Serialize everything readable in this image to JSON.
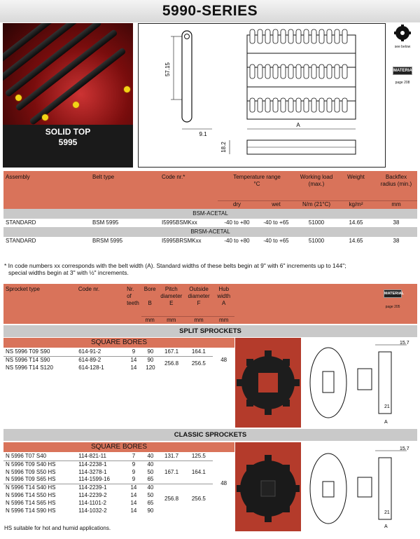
{
  "page": {
    "title": "5990-SERIES"
  },
  "photo": {
    "label1": "SOLID TOP",
    "label2": "5995"
  },
  "drawing": {
    "dim_height": "57.15",
    "dim_pitch": "9.1",
    "dim_thickness": "18.2",
    "dim_width": "A"
  },
  "icons": {
    "sprocket": {
      "name": "sprocket-icon",
      "caption": "see below"
    },
    "material_top": {
      "name": "material-icon",
      "label": "MATERIAL",
      "caption": "page 208"
    },
    "material_sprockets": {
      "name": "material-icon",
      "label": "MATERIAL",
      "caption": "page 205"
    }
  },
  "spec_table": {
    "headers": {
      "assembly": "Assembly",
      "belt_type": "Belt type",
      "code": "Code nr.*",
      "temp": "Temperature range",
      "temp_unit": "°C",
      "working_load": "Working load (max.)",
      "weight": "Weight",
      "backflex": "Backflex radius (min.)",
      "dry": "dry",
      "wet": "wet",
      "load_unit": "N/m (21°C)",
      "weight_unit": "kg/m²",
      "backflex_unit": "mm"
    },
    "groups": [
      {
        "name": "BSM-ACETAL",
        "rows": [
          {
            "assembly": "STANDARD",
            "belt_type": "BSM 5995",
            "code": "I5995BSMKxx",
            "dry": "-40 to +80",
            "wet": "-40 to +65",
            "load": "51000",
            "weight": "14.65",
            "backflex": "38"
          }
        ]
      },
      {
        "name": "BRSM-ACETAL",
        "rows": [
          {
            "assembly": "STANDARD",
            "belt_type": "BRSM 5995",
            "code": "I5995BRSMKxx",
            "dry": "-40 to +80",
            "wet": "-40 to +65",
            "load": "51000",
            "weight": "14.65",
            "backflex": "38"
          }
        ]
      }
    ],
    "footnote1": "* In code numbers xx corresponds with the belt width (A). Standard widths of these belts begin at 9\" with 6\" increments up to 144\";",
    "footnote2": "special widths begin at 3\" with ½\" increments."
  },
  "sprocket_table": {
    "headers": {
      "type": "Sprocket type",
      "code": "Code nr.",
      "teeth": "Nr. of teeth",
      "bore": "Bore",
      "bore_sym": "B",
      "pitch": "Pitch diameter",
      "pitch_sym": "E",
      "outside": "Outside diameter",
      "outside_sym": "F",
      "hub": "Hub width",
      "hub_sym": "A",
      "mm": "mm"
    },
    "split": {
      "title": "SPLIT SPROCKETS",
      "subtitle": "SQUARE BORES",
      "hub": "48",
      "rows": [
        {
          "type": "NS 5996 T09 S90",
          "code": "614-91-2",
          "teeth": "9",
          "bore": "90",
          "pitch": "167.1",
          "outside": "164.1"
        },
        {
          "type": "NS 5996 T14 S90",
          "code": "614-89-2",
          "teeth": "14",
          "bore": "90",
          "pitch": "256.8",
          "outside": "256.5"
        },
        {
          "type": "NS 5996 T14 S120",
          "code": "614-128-1",
          "teeth": "14",
          "bore": "120",
          "pitch": "",
          "outside": ""
        }
      ],
      "dims": {
        "a": "15.7",
        "b": "21",
        "c": "A"
      }
    },
    "classic": {
      "title": "CLASSIC SPROCKETS",
      "subtitle": "SQUARE BORES",
      "hub": "48",
      "rows": [
        {
          "type": "N 5996 T07 S40",
          "code": "114-821-11",
          "teeth": "7",
          "bore": "40",
          "pitch": "131.7",
          "outside": "125.5"
        },
        {
          "type": "N 5996 T09 S40 HS",
          "code": "114-2238-1",
          "teeth": "9",
          "bore": "40",
          "pitch": "167.1",
          "outside": "164.1"
        },
        {
          "type": "N 5996 T09 S50 HS",
          "code": "114-3278-1",
          "teeth": "9",
          "bore": "50",
          "pitch": "",
          "outside": ""
        },
        {
          "type": "N 5996 T09 S65 HS",
          "code": "114-1599-16",
          "teeth": "9",
          "bore": "65",
          "pitch": "",
          "outside": ""
        },
        {
          "type": "N 5996 T14 S40 HS",
          "code": "114-2239-1",
          "teeth": "14",
          "bore": "40",
          "pitch": "256.8",
          "outside": "256.5"
        },
        {
          "type": "N 5996 T14 S50 HS",
          "code": "114-2239-2",
          "teeth": "14",
          "bore": "50",
          "pitch": "",
          "outside": ""
        },
        {
          "type": "N 5996 T14 S65 HS",
          "code": "114-1101-2",
          "teeth": "14",
          "bore": "65",
          "pitch": "",
          "outside": ""
        },
        {
          "type": "N 5996 T14 S90 HS",
          "code": "114-1032-2",
          "teeth": "14",
          "bore": "90",
          "pitch": "",
          "outside": ""
        }
      ],
      "dims": {
        "a": "15.7",
        "b": "21",
        "c": "A"
      },
      "footnote": "HS suitable for hot and humid applications."
    }
  }
}
